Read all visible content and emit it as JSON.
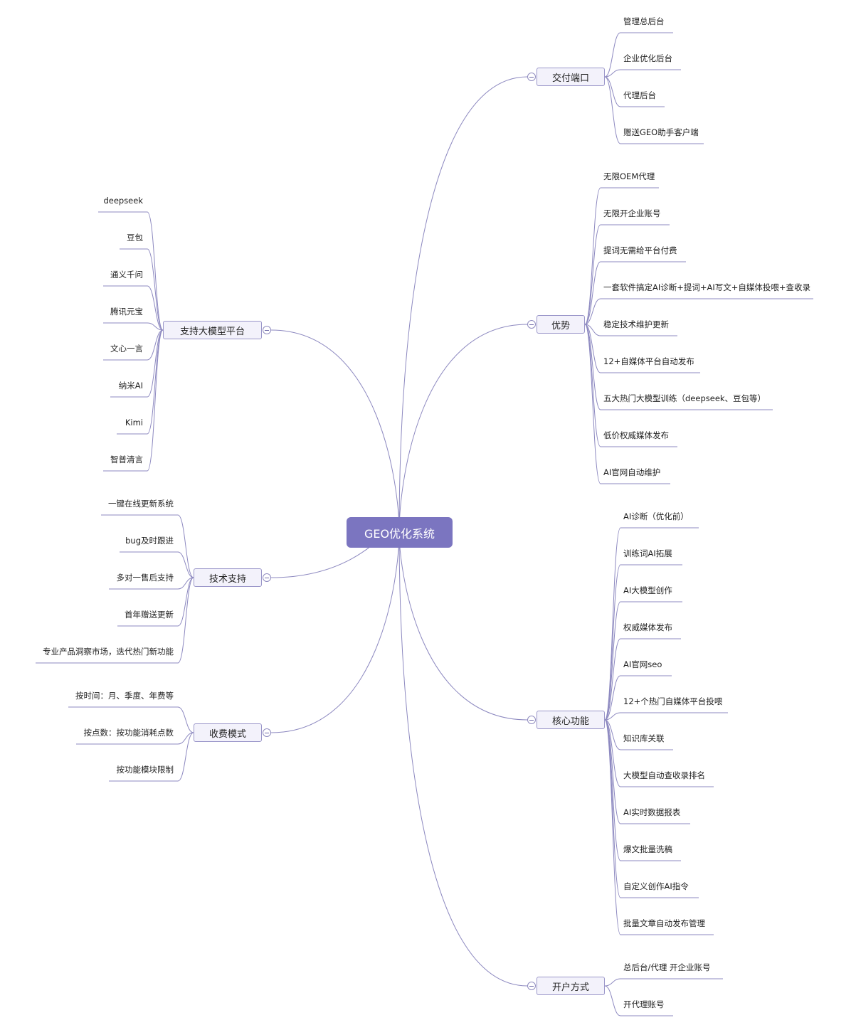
{
  "root": {
    "label": "GEO优化系统"
  },
  "branches": [
    {
      "id": "delivery",
      "label": "交付端口",
      "items": [
        "管理总后台",
        "企业优化后台",
        "代理后台",
        "赠送GEO助手客户端"
      ]
    },
    {
      "id": "advantage",
      "label": "优势",
      "items": [
        "无限OEM代理",
        "无限开企业账号",
        "提词无需给平台付费",
        "一套软件搞定AI诊断+提词+AI写文+自媒体投喂+查收录",
        "稳定技术维护更新",
        "12+自媒体平台自动发布",
        "五大热门大模型训练（deepseek、豆包等）",
        "低价权威媒体发布",
        "AI官网自动维护"
      ]
    },
    {
      "id": "core",
      "label": "核心功能",
      "items": [
        "AI诊断（优化前）",
        "训练词AI拓展",
        "AI大模型创作",
        "权威媒体发布",
        "AI官网seo",
        "12+个热门自媒体平台投喂",
        "知识库关联",
        "大模型自动查收录排名",
        "AI实时数据报表",
        "爆文批量洗稿",
        "自定义创作AI指令",
        "批量文章自动发布管理"
      ]
    },
    {
      "id": "account",
      "label": "开户方式",
      "items": [
        "总后台/代理 开企业账号",
        "开代理账号"
      ]
    },
    {
      "id": "models",
      "label": "支持大模型平台",
      "items": [
        "deepseek",
        "豆包",
        "通义千问",
        "腾讯元宝",
        "文心一言",
        "纳米AI",
        "Kimi",
        "智普清言"
      ]
    },
    {
      "id": "tech",
      "label": "技术支持",
      "items": [
        "一键在线更新系统",
        "bug及时跟进",
        "多对一售后支持",
        "首年赠送更新",
        "专业产品洞察市场，迭代热门新功能"
      ]
    },
    {
      "id": "fee",
      "label": "收费模式",
      "items": [
        "按时间：月、季度、年费等",
        "按点数：按功能消耗点数",
        "按功能模块限制"
      ]
    }
  ],
  "colors": {
    "line": "#8d89c0",
    "root": "#7b75c0",
    "branch_bg": "#f3f2fb",
    "branch_border": "#9a96c9"
  }
}
